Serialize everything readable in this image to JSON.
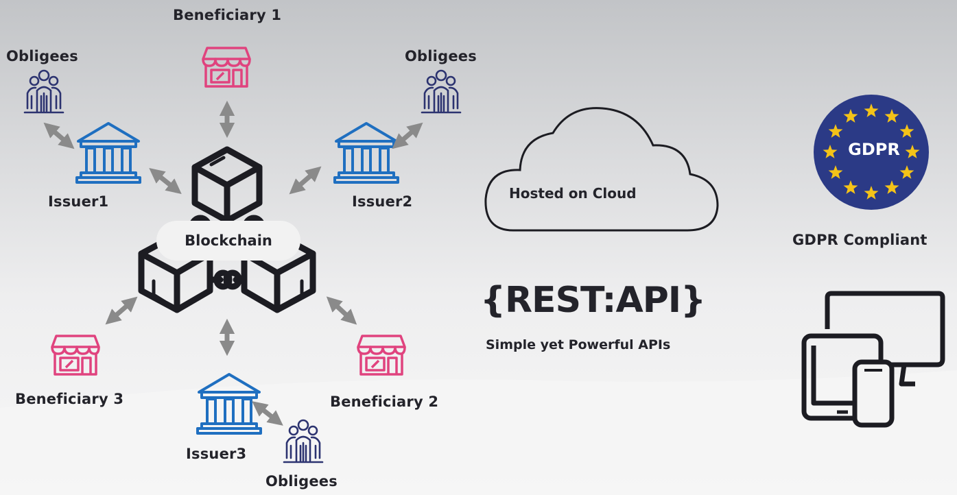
{
  "diagram": {
    "center_label": "Blockchain",
    "beneficiaries": [
      {
        "label": "Beneficiary 1"
      },
      {
        "label": "Beneficiary 2"
      },
      {
        "label": "Beneficiary 3"
      }
    ],
    "issuers": [
      {
        "label": "Issuer1"
      },
      {
        "label": "Issuer2"
      },
      {
        "label": "Issuer3"
      }
    ],
    "obligees": [
      {
        "label": "Obligees"
      },
      {
        "label": "Obligees"
      },
      {
        "label": "Obligees"
      }
    ]
  },
  "cloud": {
    "label": "Hosted on Cloud"
  },
  "api": {
    "title": "{REST:API}",
    "subtitle": "Simple yet Powerful APIs"
  },
  "gdpr": {
    "badge_text": "GDPR",
    "label": "GDPR Compliant"
  },
  "colors": {
    "issuer_blue": "#1f6fc0",
    "beneficiary_pink": "#e0437e",
    "obligee_navy": "#2c3370",
    "arrow_gray": "#8a8a8a",
    "gdpr_navy": "#2b3a86",
    "star_gold": "#f4c318"
  },
  "icons": {
    "beneficiary": "storefront-icon",
    "issuer": "bank-icon",
    "obligee": "people-group-icon",
    "blockchain": "linked-cubes-icon",
    "cloud": "cloud-icon",
    "devices": "devices-icon"
  }
}
